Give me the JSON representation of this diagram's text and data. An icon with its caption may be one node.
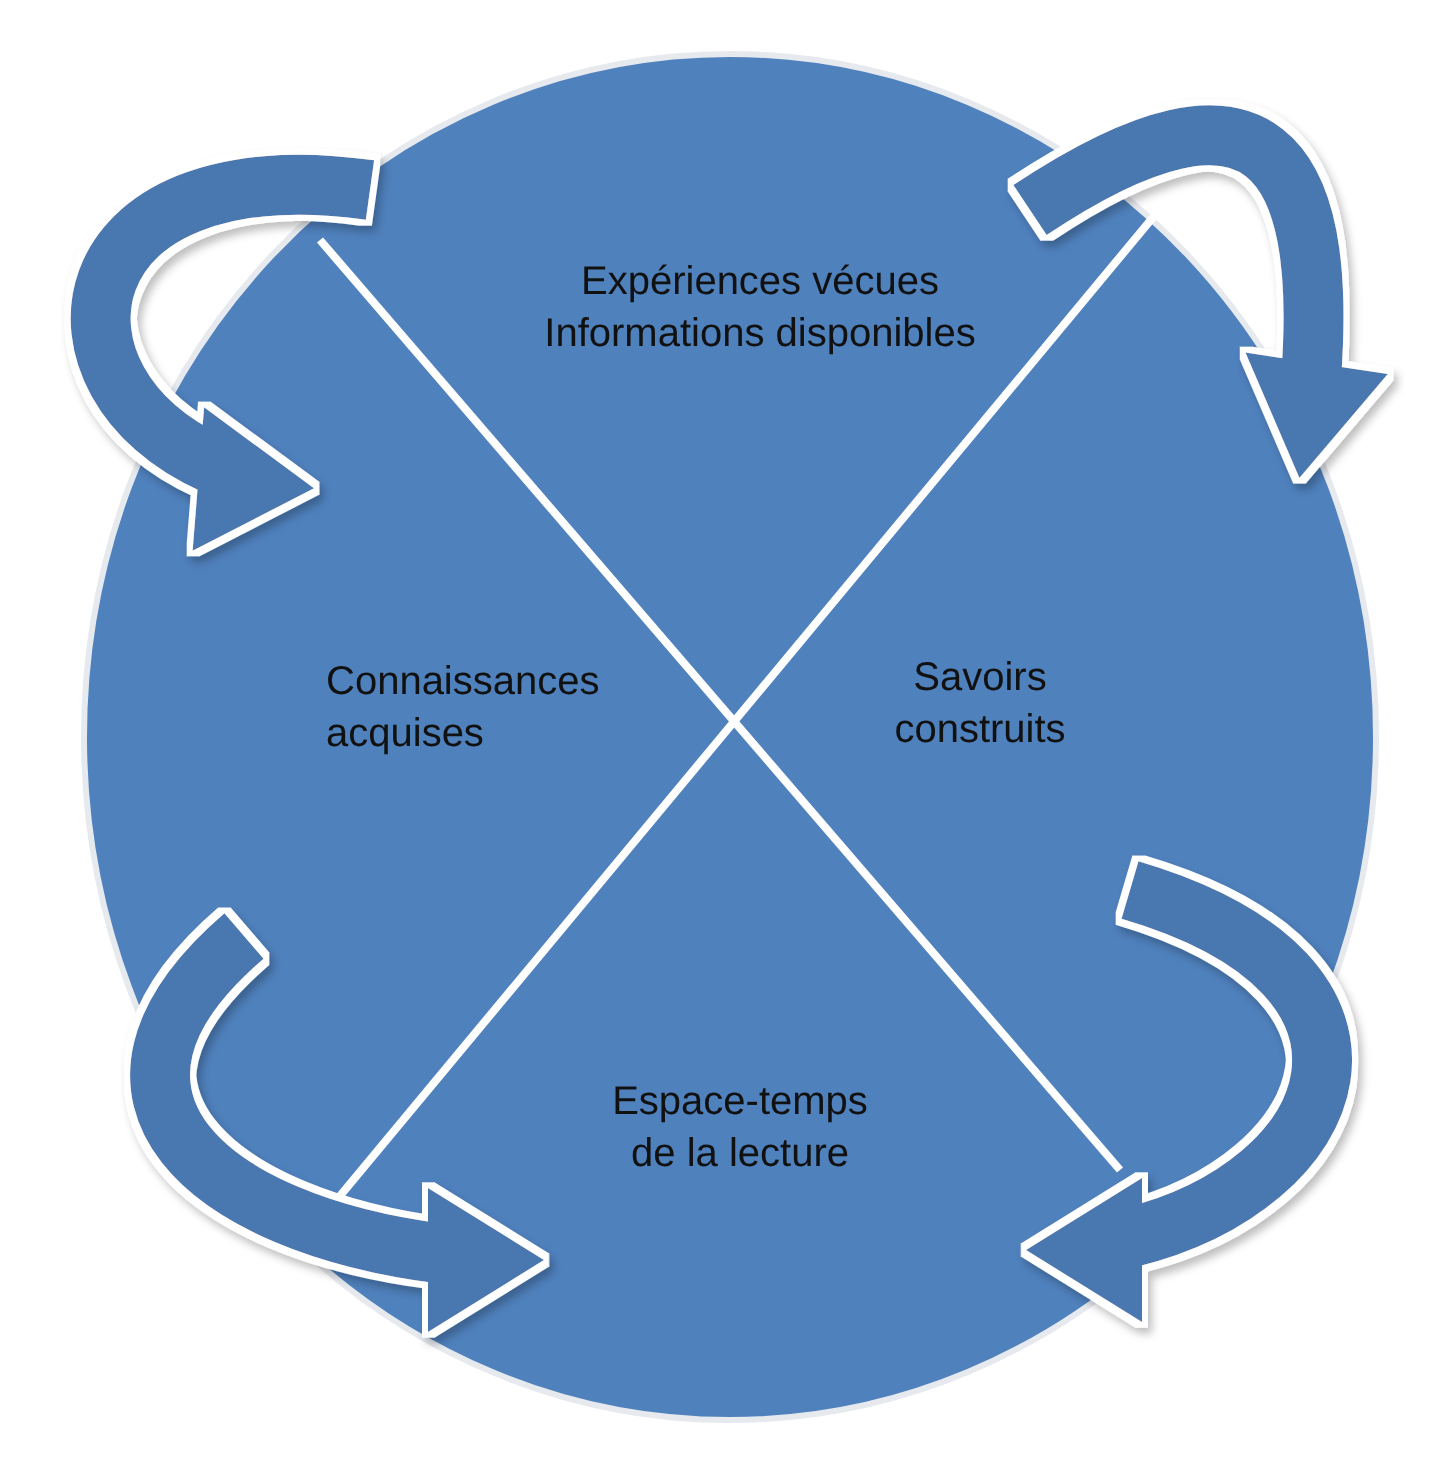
{
  "diagram": {
    "nodes": [
      {
        "text": [],
        "shape": "circle"
      },
      {
        "text": [
          "Expériences vécues",
          "Informations disponibles"
        ],
        "in": 0
      },
      {
        "text": [
          "Connaissances acquises"
        ],
        "in": 0
      },
      {
        "text": [
          "Savoirs construits"
        ],
        "in": 0
      },
      {
        "text": [
          "Espace-temps de la lecture"
        ],
        "in": 0
      }
    ],
    "edges": [
      {
        "from": null,
        "to": 2,
        "arrow": "to"
      },
      {
        "from": null,
        "to": 3,
        "arrow": "to"
      },
      {
        "from": null,
        "to": 4,
        "arrow": "to"
      },
      {
        "from": null,
        "to": 4,
        "arrow": "to"
      }
    ]
  }
}
